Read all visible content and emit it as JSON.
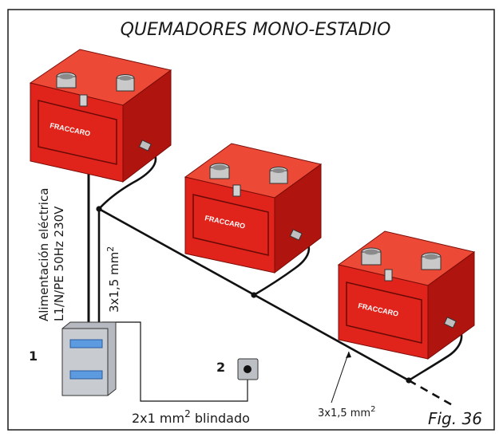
{
  "title": "QUEMADORES MONO-ESTADIO",
  "supply": {
    "line1": "Alimentación eléctrica",
    "line2": "L1/N/PE 50Hz 230V"
  },
  "cables": {
    "vertical_prefix": "3x1,5 mm",
    "vertical_sup": "2",
    "bottom_prefix": "3x1,5 mm",
    "bottom_sup": "2",
    "shielded_prefix": "2x1 mm",
    "shielded_sup": "2",
    "shielded_suffix": " blindado"
  },
  "callouts": {
    "control_box": "1",
    "sensor": "2"
  },
  "brand": "FRACCARO",
  "figure_label": "Fig. 36",
  "colors": {
    "frame": "#1a1a1a",
    "burner_front": "#e0241b",
    "burner_top": "#ec4a36",
    "burner_side": "#b0140f",
    "control_box": "#c8ccd1",
    "display": "#5d9be0"
  }
}
